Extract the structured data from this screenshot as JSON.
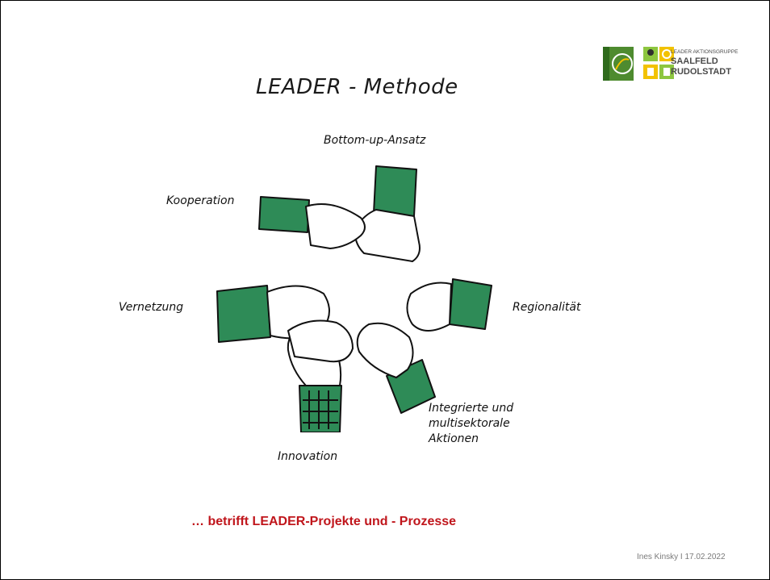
{
  "title": "LEADER - Methode",
  "logo": {
    "leader_mark": "LEADER",
    "line1": "LEADER AKTIONSGRUPPE",
    "line2": "SAALFELD",
    "line3": "RUDOLSTADT"
  },
  "labels": {
    "bottom_up": "Bottom-up-Ansatz",
    "kooperation": "Kooperation",
    "vernetzung": "Vernetzung",
    "regionalitaet": "Regionalität",
    "integrierte_1": "Integrierte und",
    "integrierte_2": "multisektorale",
    "integrierte_3": "Aktionen",
    "innovation": "Innovation"
  },
  "subtitle": "… betrifft LEADER-Projekte und - Prozesse",
  "footer": "Ines Kinsky I 17.02.2022",
  "colors": {
    "sleeve_green": "#2e8b57",
    "accent_red": "#c0161c",
    "logo_yellow": "#f2c200",
    "logo_green": "#8dc63f"
  }
}
